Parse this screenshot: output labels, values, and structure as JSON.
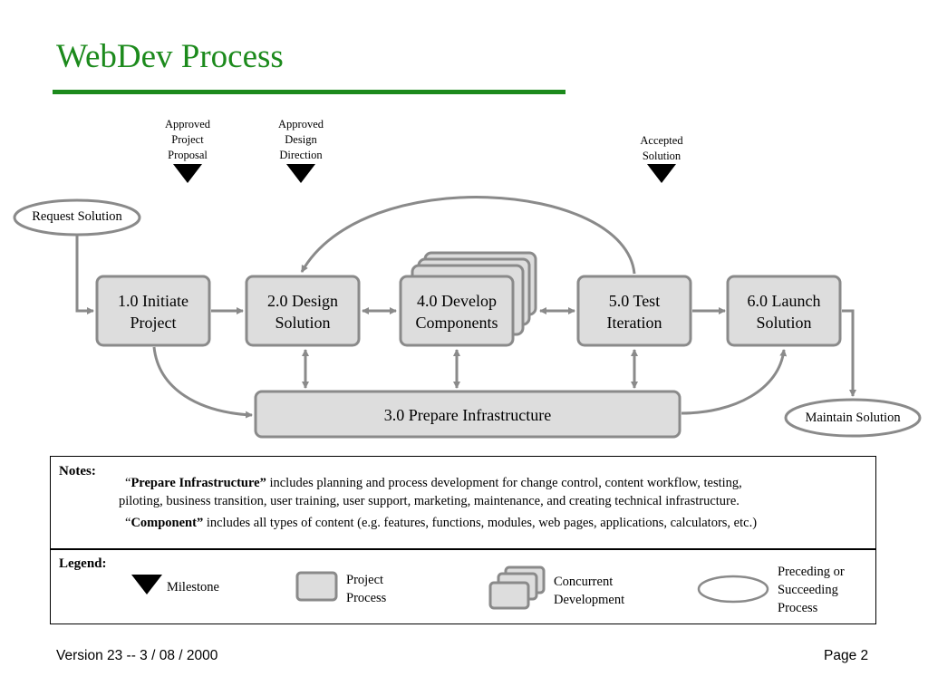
{
  "title": "WebDev Process",
  "colors": {
    "accent": "#1c8a1c",
    "box_fill": "#dddddd",
    "box_border": "#8a8a8a",
    "arrow": "#8a8a8a",
    "milestone": "#000000"
  },
  "milestones": [
    {
      "label": "Approved\nProject\nProposal"
    },
    {
      "label": "Approved\nDesign\nDirection"
    },
    {
      "label": "Accepted\nSolution"
    }
  ],
  "ovals": {
    "request": "Request Solution",
    "maintain": "Maintain Solution"
  },
  "processes": {
    "p1": {
      "line1": "1.0  Initiate",
      "line2": "Project"
    },
    "p2": {
      "line1": "2.0  Design",
      "line2": "Solution"
    },
    "p4": {
      "line1": "4.0  Develop",
      "line2": "Components"
    },
    "p5": {
      "line1": "5.0  Test",
      "line2": "Iteration"
    },
    "p6": {
      "line1": "6.0  Launch",
      "line2": "Solution"
    },
    "p3": {
      "label": "3.0  Prepare Infrastructure"
    }
  },
  "notes": {
    "heading": "Notes:",
    "note1_open": "“",
    "note1_term": "Prepare Infrastructure”",
    "note1_rest": " includes planning and process development for change control, content workflow, testing,",
    "note1_line2": "piloting, business transition, user training, user support, marketing, maintenance, and creating technical infrastructure.",
    "note2_open": "“",
    "note2_term": "Component”",
    "note2_rest": " includes all types of content (e.g. features, functions, modules, web pages, applications, calculators, etc.)"
  },
  "legend": {
    "heading": "Legend:",
    "milestone": "Milestone",
    "project_process": "Project\nProcess",
    "concurrent": "Concurrent\nDevelopment",
    "preceding": "Preceding or\nSucceeding\nProcess"
  },
  "footer": {
    "version": "Version 23  --  3 / 08 / 2000",
    "page": "Page 2"
  }
}
